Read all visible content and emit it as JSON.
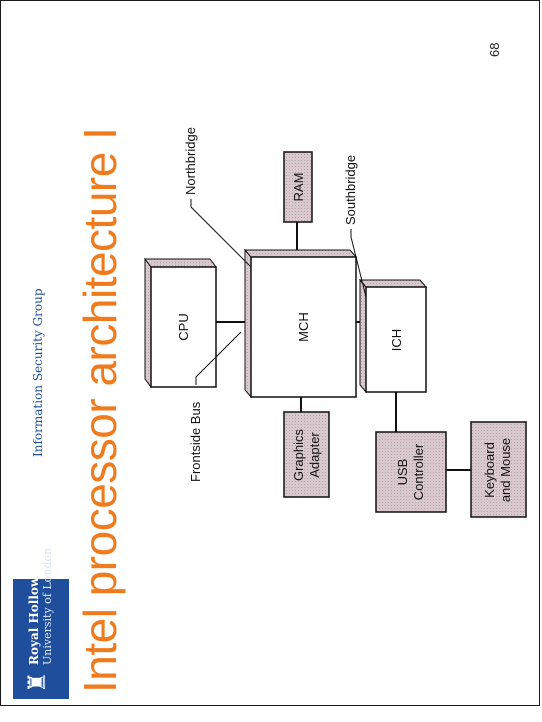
{
  "header": {
    "logo_line1": "Royal Holloway",
    "logo_line2": "University of London",
    "group": "Information Security Group"
  },
  "slide": {
    "title": "Intel processor architecture  I",
    "page_number": "68"
  },
  "diagram": {
    "boxes": {
      "cpu": "CPU",
      "mch": "MCH",
      "ram": "RAM",
      "ich": "ICH",
      "graphics": [
        "Graphics",
        "Adapter"
      ],
      "usb": [
        "USB",
        "Controller"
      ],
      "keyboard": [
        "Keyboard",
        "and Mouse"
      ]
    },
    "callouts": {
      "northbridge": "Northbridge",
      "southbridge": "Southbridge",
      "frontside_bus": "Frontside Bus"
    }
  },
  "colors": {
    "title": "#f07b1c",
    "brand_blue": "#1f4f9c",
    "box_fill": "#ffffff",
    "box_shade": "#d9c9ce",
    "line": "#111111"
  }
}
